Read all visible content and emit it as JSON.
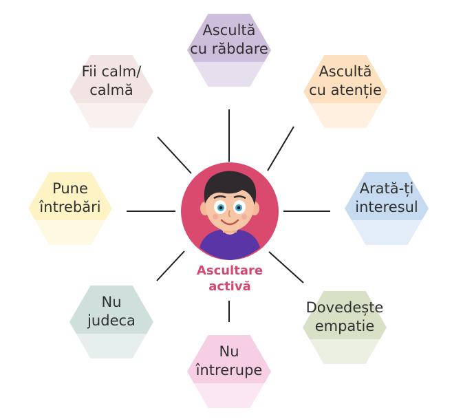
{
  "center": {
    "label_lines": [
      "Ascultare",
      "activă"
    ],
    "icon": "child-face-icon",
    "circle_color": "#d94a6e"
  },
  "nodes": [
    {
      "id": "asculta-rabdare",
      "lines": [
        "Ascultă",
        "cu răbdare"
      ],
      "color_top": "#cdbfdb",
      "color_bottom": "#e6dfee"
    },
    {
      "id": "asculta-atentie",
      "lines": [
        "Ascultă",
        "cu atenție"
      ],
      "color_top": "#fde0bf",
      "color_bottom": "#fff0df"
    },
    {
      "id": "arata-interesul",
      "lines": [
        "Arată-ți",
        "interesul"
      ],
      "color_top": "#c7dbf0",
      "color_bottom": "#e3edf8"
    },
    {
      "id": "dovedeste-empatie",
      "lines": [
        "Dovedește",
        "empatie"
      ],
      "color_top": "#d8e1c6",
      "color_bottom": "#ebf0e2"
    },
    {
      "id": "nu-intrerupe",
      "lines": [
        "Nu",
        "întrerupe"
      ],
      "color_top": "#f6cfe4",
      "color_bottom": "#fbe7f1"
    },
    {
      "id": "nu-judeca",
      "lines": [
        "Nu",
        "judeca"
      ],
      "color_top": "#cfe0dc",
      "color_bottom": "#e6efed"
    },
    {
      "id": "pune-intrebari",
      "lines": [
        "Pune",
        "întrebări"
      ],
      "color_top": "#fdf3c4",
      "color_bottom": "#fef9e2"
    },
    {
      "id": "fii-calm",
      "lines": [
        "Fii calm/",
        "calmă"
      ],
      "color_top": "#f3e4e4",
      "color_bottom": "#f9f0f0"
    }
  ]
}
